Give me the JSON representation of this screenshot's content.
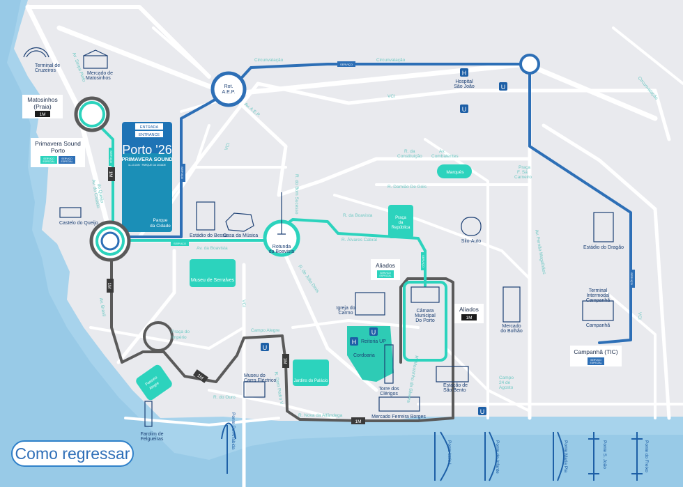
{
  "colors": {
    "background": "#e9eaee",
    "water": "#a7d3ec",
    "road": "#ffffff",
    "bus_blue": "#2d6fb6",
    "metro_teal": "#25c8b4",
    "line_grey": "#5c5c5c",
    "dark": "#1b2c4a"
  },
  "home_button": "Como regressar",
  "event": {
    "entrance": [
      "ENTRADA",
      "ENTRANCE"
    ],
    "logo_line1": "Porto '26",
    "logo_line2": "PRIMAVERA SOUND",
    "logo_line3": "11-13 JUN · PARQUE DA CIDADE",
    "park": [
      "Parque",
      "da Cidade"
    ]
  },
  "stops": {
    "matosinhos": {
      "name": [
        "Matosinhos",
        "(Praia)"
      ],
      "line": "1M"
    },
    "primavera": {
      "name": [
        "Primavera Sound",
        "Porto"
      ],
      "badge": [
        "SERVIÇO",
        "ESPECIAL"
      ]
    },
    "aliados_special": {
      "name": "Aliados",
      "badge": [
        "SERVIÇO",
        "ESPECIAL"
      ]
    },
    "aliados_1m": {
      "name": "Aliados",
      "line": "1M"
    },
    "campanha": {
      "name": "Campanhã (TIC)",
      "badge": [
        "SERVIÇO",
        "ESPECIAL"
      ]
    }
  },
  "line_badges": {
    "special": [
      "SERVIÇO",
      "ESPECIAL"
    ],
    "line_1m": "1M"
  },
  "landmarks": {
    "terminal_cruzeiros": [
      "Terminal de",
      "Cruzeiros"
    ],
    "mercado_matosinhos": [
      "Mercado de",
      "Matosinhos"
    ],
    "castelo_queijo": "Castelo do Queijo",
    "estadio_bessa": "Estádio do Bessa",
    "casa_musica": "Casa da Música",
    "rotunda": [
      "Rotunda",
      "da Boavista"
    ],
    "rot_aep": [
      "Rot.",
      "A.E.P."
    ],
    "museu_serralves": "Museu de Serralves",
    "praca_imperio": [
      "Praça do",
      "Império"
    ],
    "museu_carro": [
      "Museu do",
      "Carro Eléctrico"
    ],
    "jardins_palacio": "Jardins do Palácio",
    "hospital": [
      "Hospital",
      "São João"
    ],
    "estadio_dragao": "Estádio do Dragão",
    "terminal_intermodal": [
      "Terminal",
      "Intermodal",
      "Campanhã"
    ],
    "campanha_station": "Campanhã",
    "mercado_bolhao": [
      "Mercado",
      "do Bolhão"
    ],
    "camara": [
      "Câmara",
      "Municipal",
      "Do Porto"
    ],
    "igreja_carmo": [
      "Igreja do",
      "Carmo"
    ],
    "reitoria": "Reitoria UP",
    "cordoaria": "Cordoaria",
    "torre_clerigos": [
      "Torre dos",
      "Clérigos"
    ],
    "estacao_sao_bento": [
      "Estação de",
      "São Bento"
    ],
    "mercado_ferreira": "Mercado Ferreira Borges",
    "farolim": [
      "Farolim de",
      "Felgueiras"
    ],
    "silo_auto": "Silo-Auto",
    "marques": "Marquês",
    "praca_republica": [
      "Praça",
      "da",
      "República"
    ],
    "passeio_alegre": [
      "Passeio",
      "Alegre"
    ]
  },
  "streets": {
    "circunvalacao_a": "Circunvalação",
    "circunvalacao_b": "Circunvalação",
    "circunvalacao_c": "Circunvalação",
    "vci_top": "VCI",
    "vci_left": "VCI",
    "vci_mid": "VCI",
    "vci_right": "VCI",
    "av_aep": "Av. A.E.P.",
    "av_serpa_pinto": "Av. Serpa Pinto",
    "av_castelo_queijo": [
      "Av. do Castelo",
      "do Queijo"
    ],
    "av_boavista": "Av. da Boavista",
    "av_brasil": "Av. Brasil",
    "r_bom_sucesso": "R. do Bom Sucesso",
    "r_boavista": "R. da Boavista",
    "r_alvares_cabral": "R. Álvares Cabral",
    "r_julio_dinis": "R. de Júlio Dinis",
    "r_constituicao": [
      "R. da",
      "Constituição"
    ],
    "av_combatentes": [
      "Av.",
      "Combatentes"
    ],
    "r_damiao_gois": "R. Damião De Góis",
    "praca_sa_carneiro": [
      "Praça",
      "F. Sá",
      "Carneiro"
    ],
    "av_fernao_magalhaes": "Av. Fernão Magalhães",
    "campo_alegre": "Campo Alegre",
    "r_ouro": "R. do Ouro",
    "r_dom_pedro": "R. Dom Pedro V",
    "r_nova_alfandega": "R. Nova da Alfândega",
    "r_mouzinho": "R. Mouzinho da Silveira",
    "campo_24_agosto": [
      "Campo",
      "24 de",
      "Agosto"
    ]
  },
  "bridges": [
    "Ponte Da Arrábida",
    "Ponte Luís I",
    "Ponte do Infante",
    "Ponte Maria Pia",
    "Ponte S. João",
    "Ponte do Freixo"
  ],
  "icons": {
    "hospital": "H",
    "metro": "U"
  }
}
